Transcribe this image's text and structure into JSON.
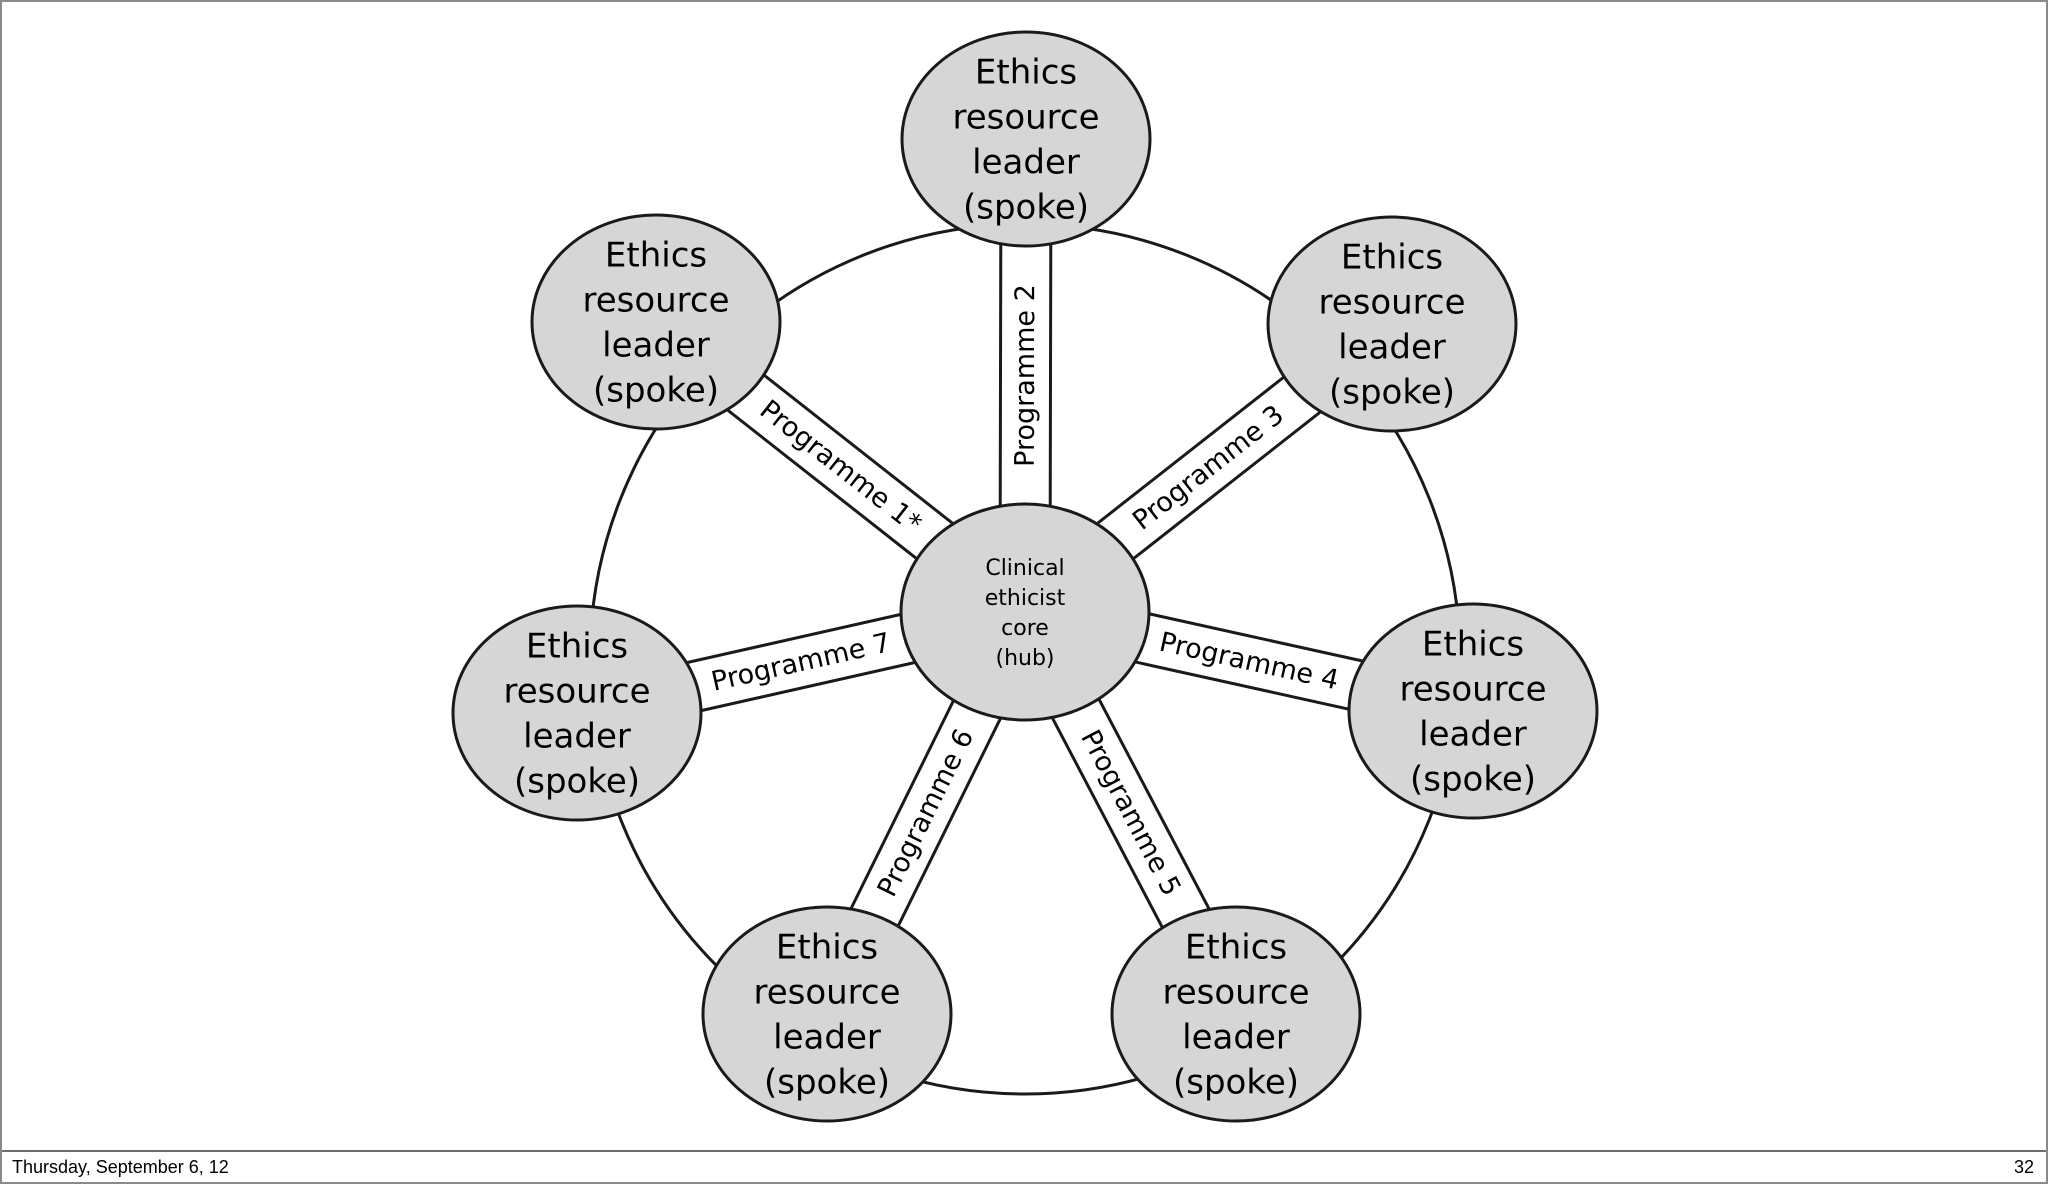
{
  "diagram": {
    "hub": {
      "lines": [
        "Clinical",
        "ethicist",
        "core",
        "(hub)"
      ]
    },
    "spokes": [
      {
        "lines": [
          "Ethics",
          "resource",
          "leader",
          "(spoke)"
        ],
        "programme": "Programme 1*"
      },
      {
        "lines": [
          "Ethics",
          "resource",
          "leader",
          "(spoke)"
        ],
        "programme": "Programme 2"
      },
      {
        "lines": [
          "Ethics",
          "resource",
          "leader",
          "(spoke)"
        ],
        "programme": "Programme 3"
      },
      {
        "lines": [
          "Ethics",
          "resource",
          "leader",
          "(spoke)"
        ],
        "programme": "Programme 4"
      },
      {
        "lines": [
          "Ethics",
          "resource",
          "leader",
          "(spoke)"
        ],
        "programme": "Programme 5"
      },
      {
        "lines": [
          "Ethics",
          "resource",
          "leader",
          "(spoke)"
        ],
        "programme": "Programme 6"
      },
      {
        "lines": [
          "Ethics",
          "resource",
          "leader",
          "(spoke)"
        ],
        "programme": "Programme 7"
      }
    ],
    "colors": {
      "node_fill": "#d6d6d6",
      "stroke": "#1a1a1a",
      "band_fill": "#ffffff"
    }
  },
  "footer": {
    "date": "Thursday, September 6, 12",
    "page_number": "32"
  }
}
